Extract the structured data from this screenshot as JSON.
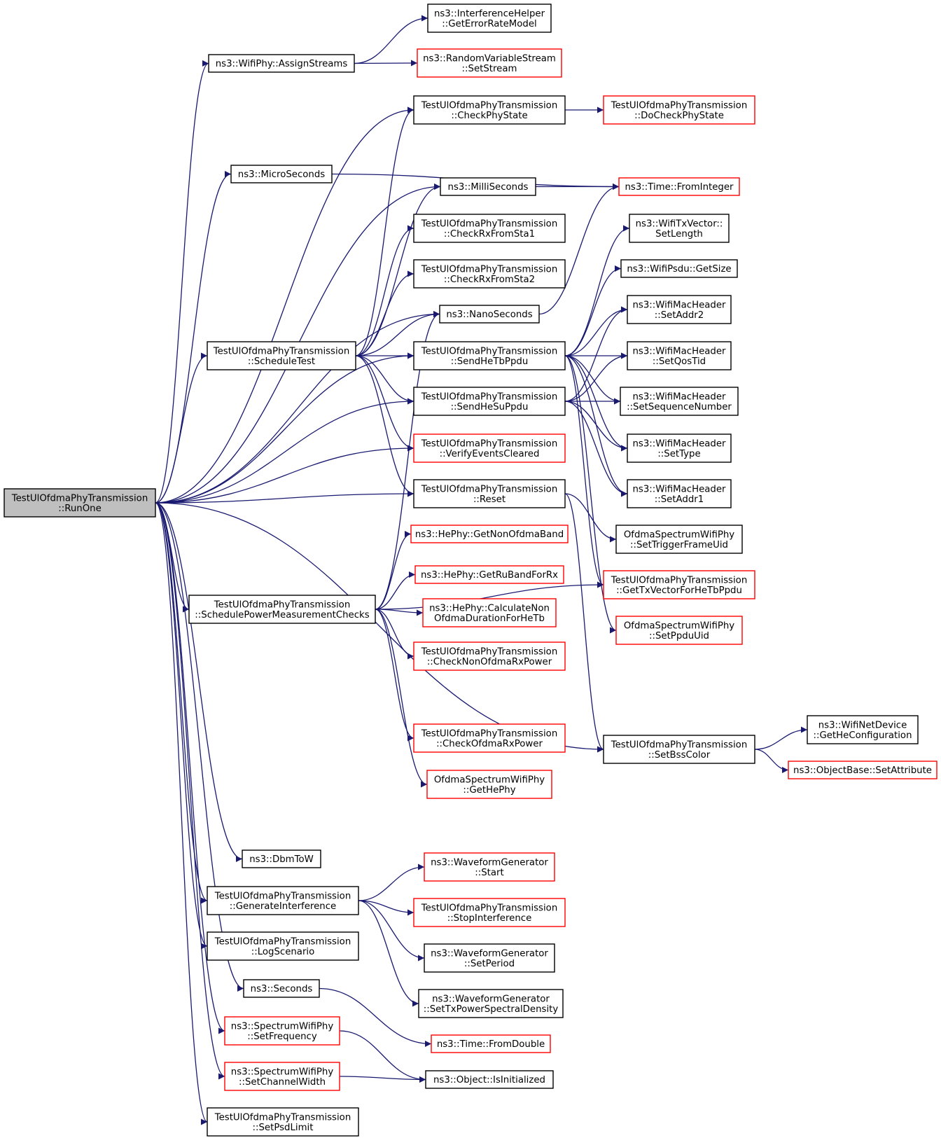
{
  "colors": {
    "edge": "#191970",
    "node_border": "#000000",
    "node_border_undocumented": "#ff0000",
    "root_fill": "#bfbfbf",
    "background": "#ffffff"
  },
  "nodes": [
    {
      "id": "runone",
      "lines": [
        "TestUlOfdmaPhyTransmission",
        "::RunOne"
      ],
      "root": true
    },
    {
      "id": "assignstreams",
      "lines": [
        "ns3::WifiPhy::AssignStreams"
      ]
    },
    {
      "id": "geterrorratemodel",
      "lines": [
        "ns3::InterferenceHelper",
        "::GetErrorRateModel"
      ]
    },
    {
      "id": "setstream",
      "lines": [
        "ns3::RandomVariableStream",
        "::SetStream"
      ],
      "red": true
    },
    {
      "id": "checkphystate",
      "lines": [
        "TestUlOfdmaPhyTransmission",
        "::CheckPhyState"
      ]
    },
    {
      "id": "docheckphystate",
      "lines": [
        "TestUlOfdmaPhyTransmission",
        "::DoCheckPhyState"
      ],
      "red": true
    },
    {
      "id": "microseconds",
      "lines": [
        "ns3::MicroSeconds"
      ]
    },
    {
      "id": "milliseconds",
      "lines": [
        "ns3::MilliSeconds"
      ]
    },
    {
      "id": "frominteger",
      "lines": [
        "ns3::Time::FromInteger"
      ],
      "red": true
    },
    {
      "id": "checkrxfromsta1",
      "lines": [
        "TestUlOfdmaPhyTransmission",
        "::CheckRxFromSta1"
      ]
    },
    {
      "id": "checkrxfromsta2",
      "lines": [
        "TestUlOfdmaPhyTransmission",
        "::CheckRxFromSta2"
      ]
    },
    {
      "id": "setlength",
      "lines": [
        "ns3::WifiTxVector::",
        "SetLength"
      ]
    },
    {
      "id": "getsize",
      "lines": [
        "ns3::WifiPsdu::GetSize"
      ]
    },
    {
      "id": "nanoseconds",
      "lines": [
        "ns3::NanoSeconds"
      ]
    },
    {
      "id": "setaddr2",
      "lines": [
        "ns3::WifiMacHeader",
        "::SetAddr2"
      ]
    },
    {
      "id": "scheduletest",
      "lines": [
        "TestUlOfdmaPhyTransmission",
        "::ScheduleTest"
      ]
    },
    {
      "id": "sendhetbppdu",
      "lines": [
        "TestUlOfdmaPhyTransmission",
        "::SendHeTbPpdu"
      ]
    },
    {
      "id": "setqostid",
      "lines": [
        "ns3::WifiMacHeader",
        "::SetQosTid"
      ]
    },
    {
      "id": "sendhesuppdu",
      "lines": [
        "TestUlOfdmaPhyTransmission",
        "::SendHeSuPpdu"
      ]
    },
    {
      "id": "setsequencenumber",
      "lines": [
        "ns3::WifiMacHeader",
        "::SetSequenceNumber"
      ]
    },
    {
      "id": "verifyeventscleared",
      "lines": [
        "TestUlOfdmaPhyTransmission",
        "::VerifyEventsCleared"
      ],
      "red": true
    },
    {
      "id": "settype",
      "lines": [
        "ns3::WifiMacHeader",
        "::SetType"
      ]
    },
    {
      "id": "reset",
      "lines": [
        "TestUlOfdmaPhyTransmission",
        "::Reset"
      ]
    },
    {
      "id": "setaddr1",
      "lines": [
        "ns3::WifiMacHeader",
        "::SetAddr1"
      ]
    },
    {
      "id": "settriggerframeuid",
      "lines": [
        "OfdmaSpectrumWifiPhy",
        "::SetTriggerFrameUid"
      ]
    },
    {
      "id": "getnonofdmaband",
      "lines": [
        "ns3::HePhy::GetNonOfdmaBand"
      ],
      "red": true
    },
    {
      "id": "getrubandforrx",
      "lines": [
        "ns3::HePhy::GetRuBandForRx"
      ],
      "red": true
    },
    {
      "id": "gettxvectorforhetbppdu",
      "lines": [
        "TestUlOfdmaPhyTransmission",
        "::GetTxVectorForHeTbPpdu"
      ],
      "red": true
    },
    {
      "id": "schedulepowermeasurementchecks",
      "lines": [
        "TestUlOfdmaPhyTransmission",
        "::SchedulePowerMeasurementChecks"
      ]
    },
    {
      "id": "calculatenonofdmaduration",
      "lines": [
        "ns3::HePhy::CalculateNon",
        "OfdmaDurationForHeTb"
      ],
      "red": true
    },
    {
      "id": "setppduuid",
      "lines": [
        "OfdmaSpectrumWifiPhy",
        "::SetPpduUid"
      ],
      "red": true
    },
    {
      "id": "checknonofdmarxpower",
      "lines": [
        "TestUlOfdmaPhyTransmission",
        "::CheckNonOfdmaRxPower"
      ],
      "red": true
    },
    {
      "id": "getheconfiguration",
      "lines": [
        "ns3::WifiNetDevice",
        "::GetHeConfiguration"
      ]
    },
    {
      "id": "checkofdmarxpower",
      "lines": [
        "TestUlOfdmaPhyTransmission",
        "::CheckOfdmaRxPower"
      ],
      "red": true
    },
    {
      "id": "setbsscolor",
      "lines": [
        "TestUlOfdmaPhyTransmission",
        "::SetBssColor"
      ]
    },
    {
      "id": "setattribute",
      "lines": [
        "ns3::ObjectBase::SetAttribute"
      ],
      "red": true
    },
    {
      "id": "gethephy",
      "lines": [
        "OfdmaSpectrumWifiPhy",
        "::GetHePhy"
      ],
      "red": true
    },
    {
      "id": "dbmtow",
      "lines": [
        "ns3::DbmToW"
      ]
    },
    {
      "id": "waveformstart",
      "lines": [
        "ns3::WaveformGenerator",
        "::Start"
      ],
      "red": true
    },
    {
      "id": "generateinterference",
      "lines": [
        "TestUlOfdmaPhyTransmission",
        "::GenerateInterference"
      ]
    },
    {
      "id": "stopinterference",
      "lines": [
        "TestUlOfdmaPhyTransmission",
        "::StopInterference"
      ],
      "red": true
    },
    {
      "id": "logscenario",
      "lines": [
        "TestUlOfdmaPhyTransmission",
        "::LogScenario"
      ]
    },
    {
      "id": "setperiod",
      "lines": [
        "ns3::WaveformGenerator",
        "::SetPeriod"
      ]
    },
    {
      "id": "seconds",
      "lines": [
        "ns3::Seconds"
      ]
    },
    {
      "id": "settxpowerspectraldensity",
      "lines": [
        "ns3::WaveformGenerator",
        "::SetTxPowerSpectralDensity"
      ]
    },
    {
      "id": "setfrequency",
      "lines": [
        "ns3::SpectrumWifiPhy",
        "::SetFrequency"
      ],
      "red": true
    },
    {
      "id": "fromdouble",
      "lines": [
        "ns3::Time::FromDouble"
      ],
      "red": true
    },
    {
      "id": "setchannelwidth",
      "lines": [
        "ns3::SpectrumWifiPhy",
        "::SetChannelWidth"
      ],
      "red": true
    },
    {
      "id": "isinitialized",
      "lines": [
        "ns3::Object::IsInitialized"
      ]
    },
    {
      "id": "setpsdlimit",
      "lines": [
        "TestUlOfdmaPhyTransmission",
        "::SetPsdLimit"
      ]
    }
  ],
  "edges": [
    [
      "runone",
      "assignstreams"
    ],
    [
      "runone",
      "checkphystate"
    ],
    [
      "runone",
      "microseconds"
    ],
    [
      "runone",
      "milliseconds"
    ],
    [
      "runone",
      "nanoseconds"
    ],
    [
      "runone",
      "scheduletest"
    ],
    [
      "runone",
      "sendhetbppdu"
    ],
    [
      "runone",
      "sendhesuppdu"
    ],
    [
      "runone",
      "verifyeventscleared"
    ],
    [
      "runone",
      "reset"
    ],
    [
      "runone",
      "schedulepowermeasurementchecks"
    ],
    [
      "runone",
      "setbsscolor"
    ],
    [
      "runone",
      "dbmtow"
    ],
    [
      "runone",
      "generateinterference"
    ],
    [
      "runone",
      "logscenario"
    ],
    [
      "runone",
      "seconds"
    ],
    [
      "runone",
      "setfrequency"
    ],
    [
      "runone",
      "setchannelwidth"
    ],
    [
      "runone",
      "setpsdlimit"
    ],
    [
      "assignstreams",
      "geterrorratemodel"
    ],
    [
      "assignstreams",
      "setstream"
    ],
    [
      "checkphystate",
      "docheckphystate"
    ],
    [
      "microseconds",
      "frominteger"
    ],
    [
      "milliseconds",
      "frominteger"
    ],
    [
      "nanoseconds",
      "frominteger"
    ],
    [
      "scheduletest",
      "checkphystate"
    ],
    [
      "scheduletest",
      "milliseconds"
    ],
    [
      "scheduletest",
      "checkrxfromsta1"
    ],
    [
      "scheduletest",
      "checkrxfromsta2"
    ],
    [
      "scheduletest",
      "nanoseconds"
    ],
    [
      "scheduletest",
      "sendhetbppdu"
    ],
    [
      "scheduletest",
      "sendhesuppdu"
    ],
    [
      "scheduletest",
      "verifyeventscleared"
    ],
    [
      "scheduletest",
      "reset"
    ],
    [
      "sendhetbppdu",
      "setlength"
    ],
    [
      "sendhetbppdu",
      "getsize"
    ],
    [
      "sendhetbppdu",
      "setaddr2"
    ],
    [
      "sendhetbppdu",
      "setqostid"
    ],
    [
      "sendhetbppdu",
      "setsequencenumber"
    ],
    [
      "sendhetbppdu",
      "settype"
    ],
    [
      "sendhetbppdu",
      "setaddr1"
    ],
    [
      "sendhetbppdu",
      "gettxvectorforhetbppdu"
    ],
    [
      "sendhetbppdu",
      "setppduuid"
    ],
    [
      "sendhesuppdu",
      "setaddr2"
    ],
    [
      "sendhesuppdu",
      "setqostid"
    ],
    [
      "sendhesuppdu",
      "setsequencenumber"
    ],
    [
      "sendhesuppdu",
      "settype"
    ],
    [
      "sendhesuppdu",
      "setaddr1"
    ],
    [
      "reset",
      "settriggerframeuid"
    ],
    [
      "reset",
      "setbsscolor"
    ],
    [
      "schedulepowermeasurementchecks",
      "nanoseconds"
    ],
    [
      "schedulepowermeasurementchecks",
      "getnonofdmaband"
    ],
    [
      "schedulepowermeasurementchecks",
      "getrubandforrx"
    ],
    [
      "schedulepowermeasurementchecks",
      "calculatenonofdmaduration"
    ],
    [
      "schedulepowermeasurementchecks",
      "checknonofdmarxpower"
    ],
    [
      "schedulepowermeasurementchecks",
      "gettxvectorforhetbppdu"
    ],
    [
      "schedulepowermeasurementchecks",
      "checkofdmarxpower"
    ],
    [
      "schedulepowermeasurementchecks",
      "gethephy"
    ],
    [
      "setbsscolor",
      "getheconfiguration"
    ],
    [
      "setbsscolor",
      "setattribute"
    ],
    [
      "generateinterference",
      "waveformstart"
    ],
    [
      "generateinterference",
      "stopinterference"
    ],
    [
      "generateinterference",
      "setperiod"
    ],
    [
      "generateinterference",
      "settxpowerspectraldensity"
    ],
    [
      "seconds",
      "fromdouble"
    ],
    [
      "setfrequency",
      "isinitialized"
    ],
    [
      "setchannelwidth",
      "isinitialized"
    ]
  ]
}
